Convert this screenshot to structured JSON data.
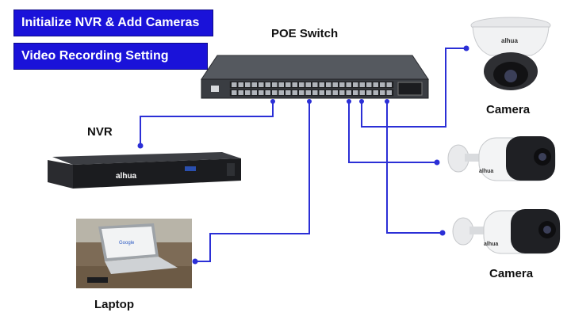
{
  "banners": {
    "initialize": "Initialize NVR & Add Cameras",
    "recording": "Video Recording Setting"
  },
  "labels": {
    "switch": "POE Switch",
    "nvr": "NVR",
    "laptop": "Laptop",
    "camera_top": "Camera",
    "camera_bottom": "Camera"
  },
  "branding": {
    "nvr_logo": "alhua",
    "dome_logo": "alhua",
    "bullet_logo": "alhua",
    "laptop_screen": "Google"
  },
  "colors": {
    "banner": "#1a12d9",
    "wire": "#2b2fd6",
    "switch_body": "#3a3d42",
    "nvr_body": "#1b1c1f"
  }
}
